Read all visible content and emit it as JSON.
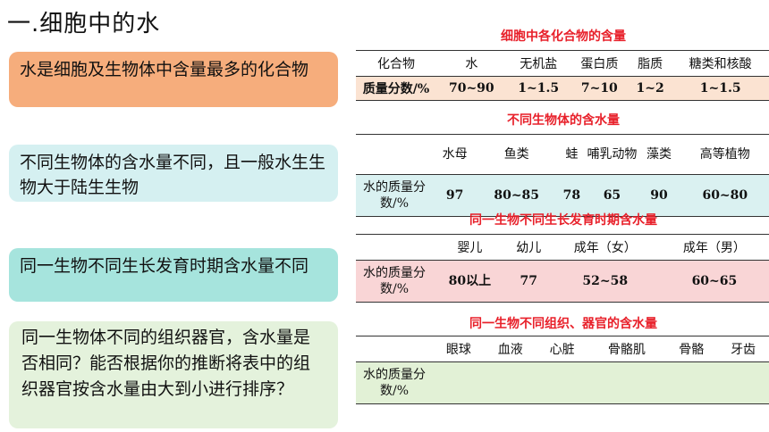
{
  "title": "一.细胞中的水",
  "boxes": {
    "b1": "水是细胞及生物体中含量最多的化合物",
    "b2": "不同生物体的含水量不同，且一般水生生物大于陆生生物",
    "b3": "同一生物不同生长发育时期含水量不同",
    "b4": "同一生物体不同的组织器官，含水量是否相同？能否根据你的推断将表中的组织器官按含水量由大到小进行排序？"
  },
  "table1": {
    "caption": "细胞中各化合物的含量",
    "headers": [
      "化合物",
      "水",
      "无机盐",
      "蛋白质",
      "脂质",
      "糖类和核酸"
    ],
    "row": [
      "质量分数/%",
      "70~90",
      "1~1.5",
      "7~10",
      "1~2",
      "1~1.5"
    ]
  },
  "table2": {
    "caption": "不同生物体的含水量",
    "headers": [
      "",
      "水母",
      "鱼类",
      "蛙",
      "哺乳动物",
      "藻类",
      "高等植物"
    ],
    "row": [
      "水的质量分数/%",
      "97",
      "80~85",
      "78",
      "65",
      "90",
      "60~80"
    ]
  },
  "table3": {
    "caption": "同一生物不同生长发育时期含水量",
    "headers": [
      "",
      "婴儿",
      "幼儿",
      "成年（女）",
      "成年（男）"
    ],
    "row": [
      "水的质量分数/%",
      "80以上",
      "77",
      "52~58",
      "60~65"
    ]
  },
  "table4": {
    "caption": "同一生物不同组织、器官的含水量",
    "headers": [
      "",
      "眼球",
      "血液",
      "心脏",
      "骨骼肌",
      "骨骼",
      "牙齿"
    ],
    "row": [
      "水的质量分数/%",
      "",
      "",
      "",
      "",
      "",
      ""
    ]
  }
}
